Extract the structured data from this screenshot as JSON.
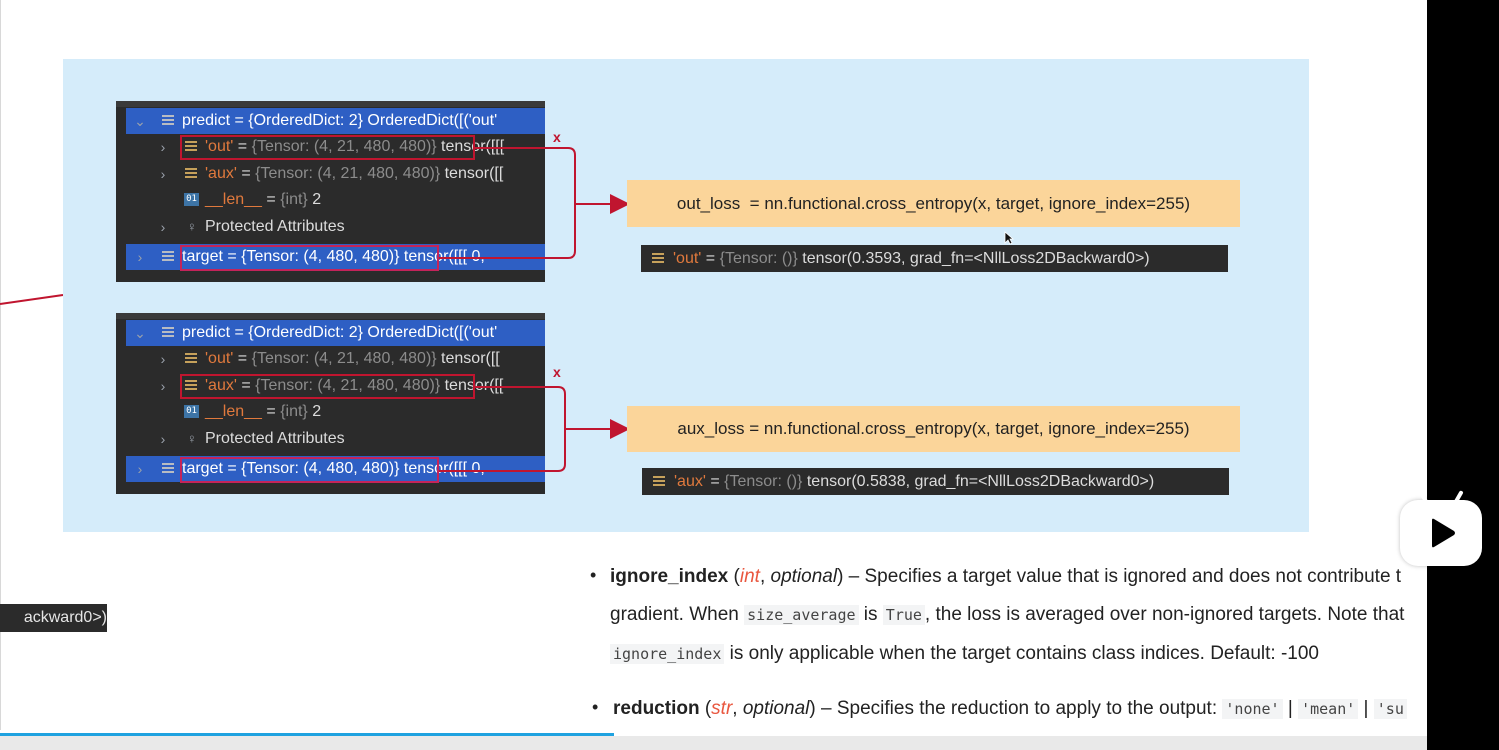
{
  "panel1": {
    "root": "predict = {OrderedDict: 2} OrderedDict([('out'",
    "out_key": "'out'",
    "out_eq": " = ",
    "out_type": "{Tensor: (4, 21, 480, 480)}",
    "out_val": " tensor([[[",
    "aux_key": "'aux'",
    "aux_eq": " = ",
    "aux_type": "{Tensor: (4, 21, 480, 480)}",
    "aux_val": " tensor([[",
    "len_key": "__len__",
    "len_eq": " = ",
    "len_type": "{int}",
    "len_val": " 2",
    "protected": "Protected Attributes",
    "target": "target = {Tensor: (4, 480, 480)}",
    "target_tail": " tensor([[[  0,"
  },
  "panel2": {
    "root": "predict = {OrderedDict: 2} OrderedDict([('out'",
    "out_key": "'out'",
    "out_eq": " = ",
    "out_type": "{Tensor: (4, 21, 480, 480)}",
    "out_val": " tensor([[",
    "aux_key": "'aux'",
    "aux_eq": " = ",
    "aux_type": "{Tensor: (4, 21, 480, 480)}",
    "aux_val": " tensor([[",
    "len_key": "__len__",
    "len_eq": " = ",
    "len_type": "{int}",
    "len_val": " 2",
    "protected": "Protected Attributes",
    "target": "target = {Tensor: (4, 480, 480)}",
    "target_tail": " tensor([[[  0,"
  },
  "marker_x": "x",
  "formula1": "out_loss  = nn.functional.cross_entropy(x, target, ignore_index=255)",
  "formula2": "aux_loss = nn.functional.cross_entropy(x, target, ignore_index=255)",
  "result1": {
    "key": "'out'",
    "eq": " = ",
    "type": "{Tensor: ()}",
    "val": " tensor(0.3593, grad_fn=<NllLoss2DBackward0>)"
  },
  "result2": {
    "key": "'aux'",
    "eq": " = ",
    "type": "{Tensor: ()}",
    "val": " tensor(0.5838, grad_fn=<NllLoss2DBackward0>)"
  },
  "left_snippet": "ackward0>)",
  "doc": {
    "p1_name": "ignore_index",
    "p1_open": " (",
    "p1_type": "int",
    "p1_comma": ", ",
    "p1_opt": "optional",
    "p1_desc": ") – Specifies a target value that is ignored and does not contribute t",
    "p1_l2_a": "gradient. When ",
    "p1_code1": "size_average",
    "p1_l2_b": " is ",
    "p1_code2": "True",
    "p1_l2_c": ", the loss is averaged over non-ignored targets. Note that",
    "p1_code3": "ignore_index",
    "p1_l3": " is only applicable when the target contains class indices. Default: -100",
    "p2_name": "reduction",
    "p2_open": " (",
    "p2_type": "str",
    "p2_comma": ", ",
    "p2_opt": "optional",
    "p2_desc": ") – Specifies the reduction to apply to the output: ",
    "p2_code1": "'none'",
    "p2_sep1": " | ",
    "p2_code2": "'mean'",
    "p2_sep2": " | ",
    "p2_code3": "'su"
  },
  "colors": {
    "slide_bg": "#d5ecfa",
    "formula_bg": "#fbd59a",
    "accent_red": "#c0152f",
    "selection_blue": "#2e5fc4",
    "progress": "#1fa2e0"
  },
  "progress_fraction": 0.43
}
